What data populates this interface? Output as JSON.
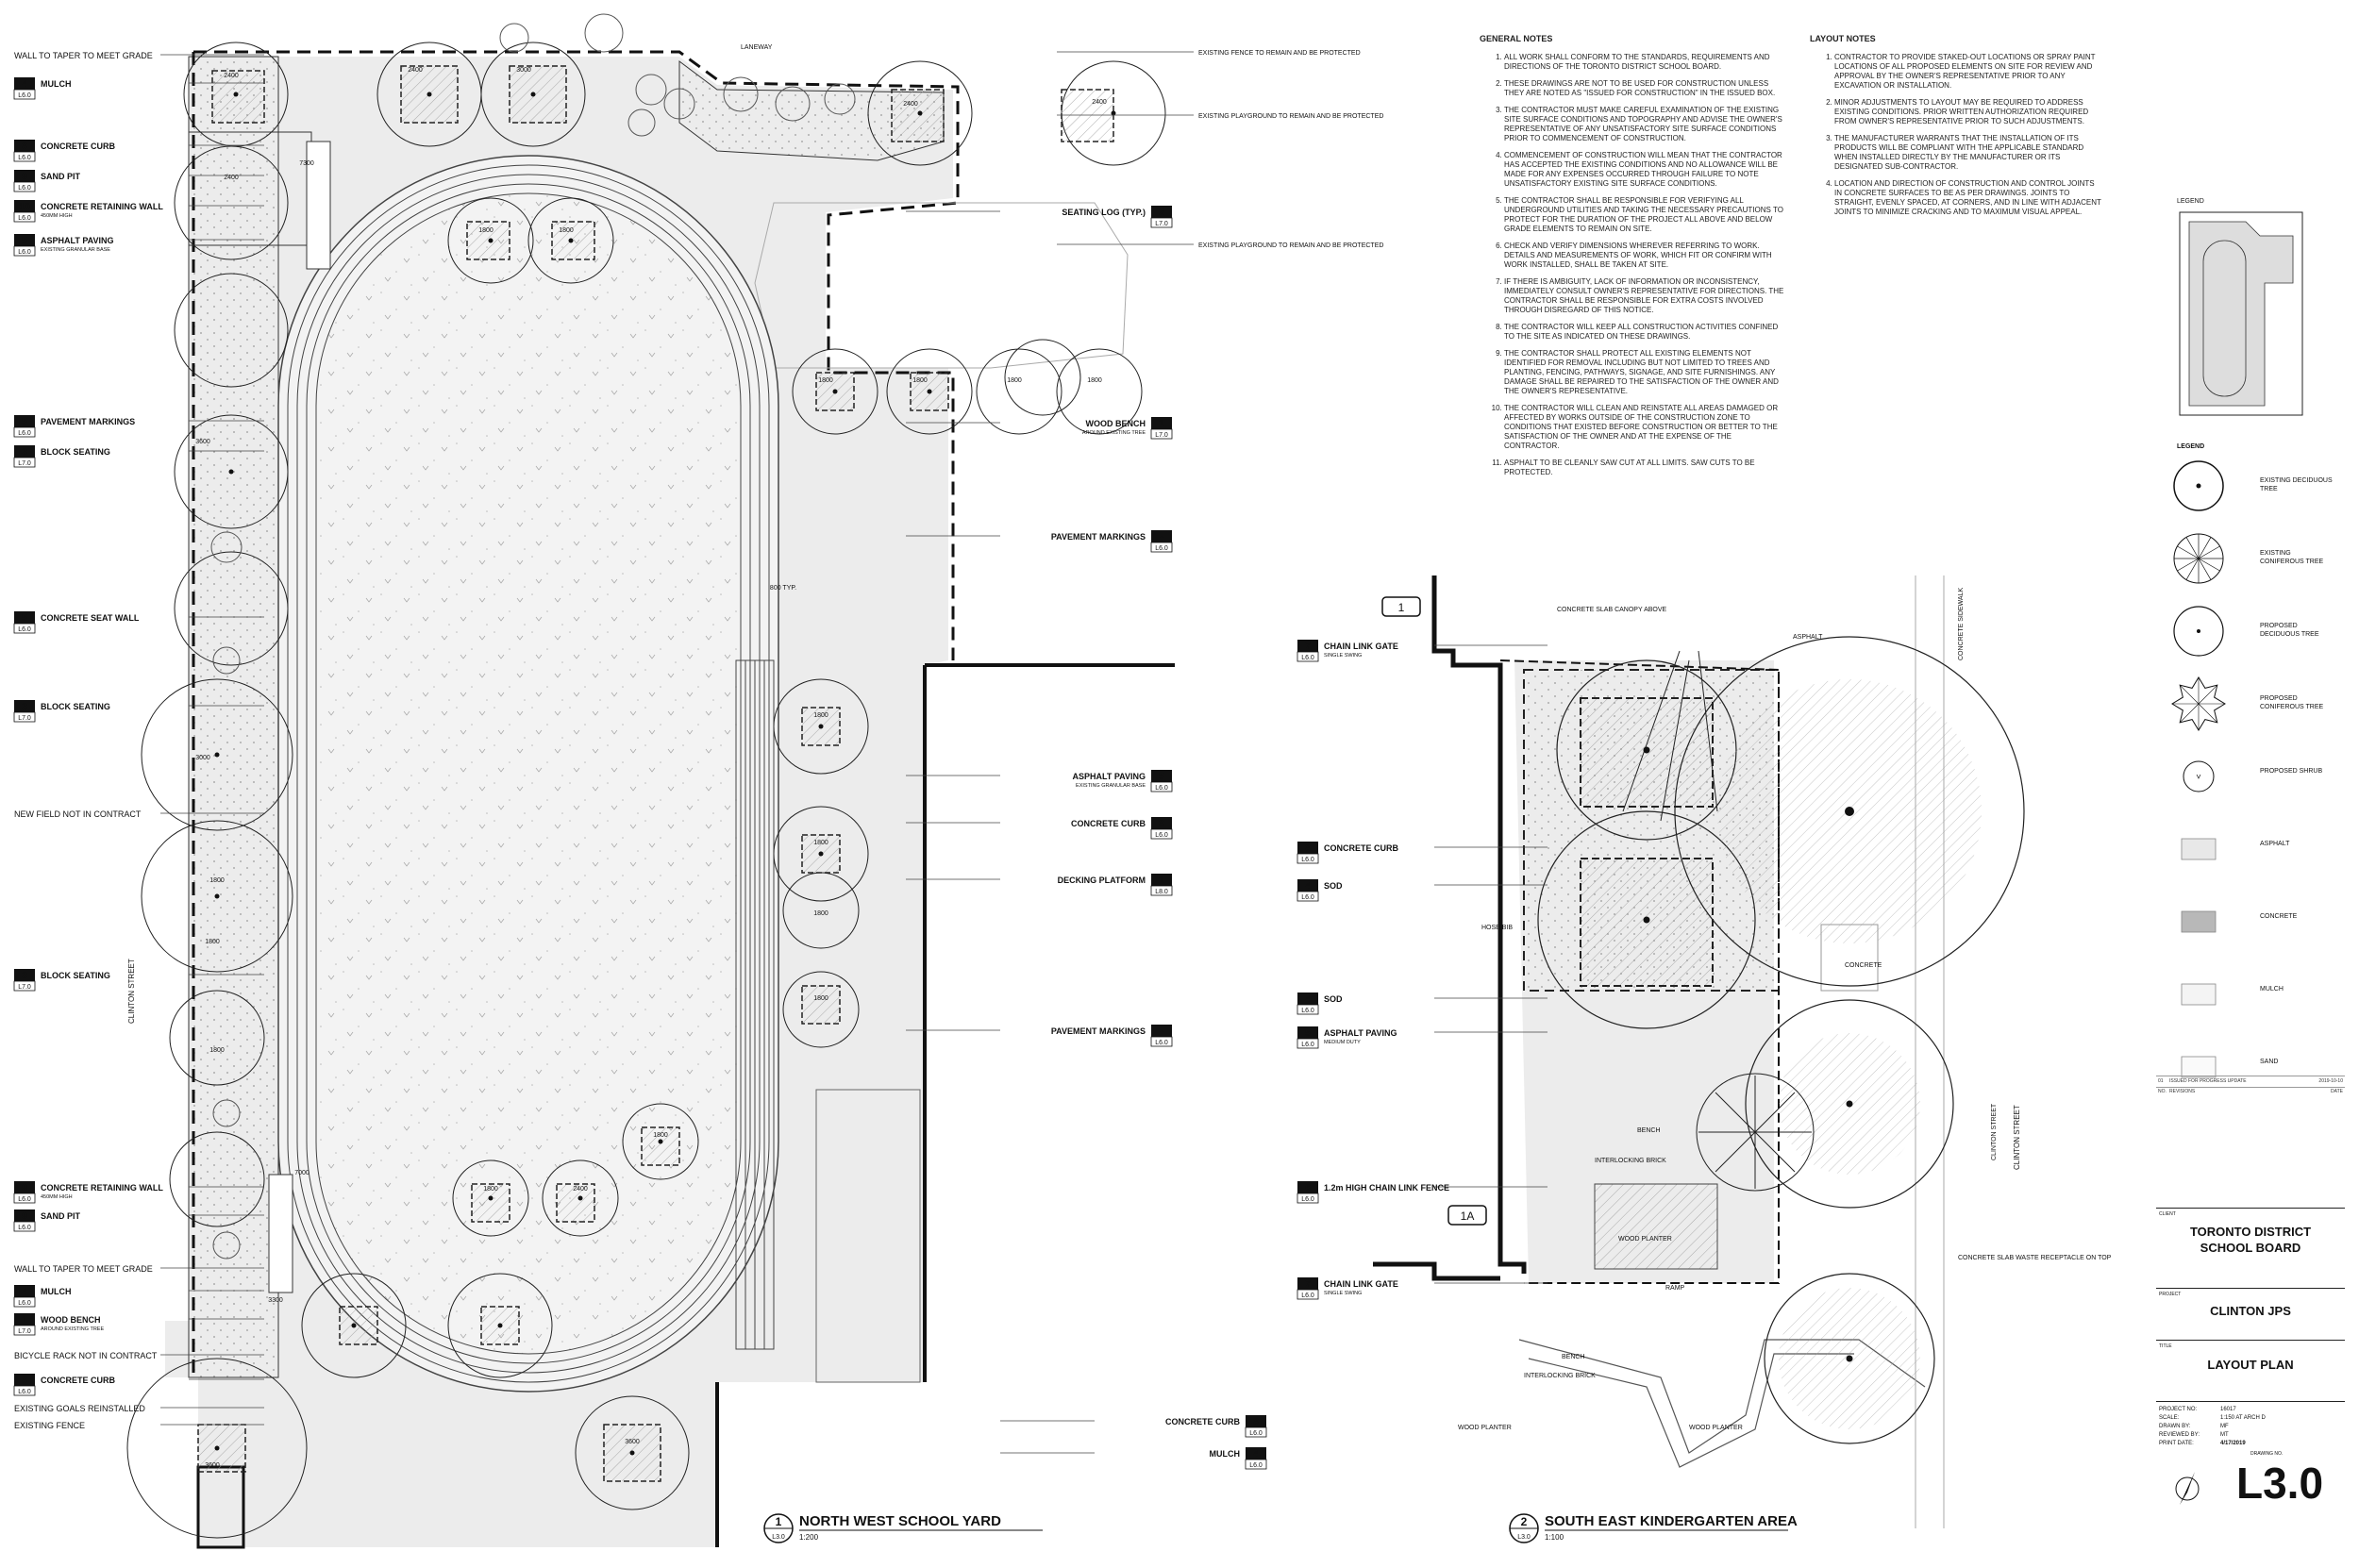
{
  "plan1": {
    "number": "1",
    "ref": "L3.0",
    "title": "NORTH WEST SCHOOL YARD",
    "scale": "1:200",
    "left_callouts": [
      {
        "label": "WALL TO TAPER TO MEET GRADE",
        "num": "",
        "ref": "",
        "sub": ""
      },
      {
        "label": "MULCH",
        "num": "4",
        "ref": "L6.0",
        "sub": ""
      },
      {
        "label": "CONCRETE CURB",
        "num": "8",
        "ref": "L6.0",
        "sub": ""
      },
      {
        "label": "SAND PIT",
        "num": "9",
        "ref": "L6.0",
        "sub": ""
      },
      {
        "label": "CONCRETE RETAINING WALL",
        "num": "10",
        "ref": "L6.0",
        "sub": "450MM HIGH"
      },
      {
        "label": "ASPHALT PAVING",
        "num": "5",
        "ref": "L6.0",
        "sub": "EXISTING GRANULAR BASE"
      },
      {
        "label": "PAVEMENT MARKINGS",
        "num": "5",
        "ref": "L6.0",
        "sub": ""
      },
      {
        "label": "BLOCK SEATING",
        "num": "3",
        "ref": "L7.0",
        "sub": ""
      },
      {
        "label": "CONCRETE SEAT WALL",
        "num": "5",
        "ref": "L6.0",
        "sub": ""
      },
      {
        "label": "BLOCK SEATING",
        "num": "3",
        "ref": "L7.0",
        "sub": ""
      },
      {
        "label": "NEW FIELD NOT IN CONTRACT",
        "num": "",
        "ref": "",
        "sub": ""
      },
      {
        "label": "BLOCK SEATING",
        "num": "3",
        "ref": "L7.0",
        "sub": ""
      },
      {
        "label": "CONCRETE RETAINING WALL",
        "num": "9",
        "ref": "L6.0",
        "sub": "450MM HIGH"
      },
      {
        "label": "SAND PIT",
        "num": "9",
        "ref": "L6.0",
        "sub": ""
      },
      {
        "label": "WALL TO TAPER TO MEET GRADE",
        "num": "",
        "ref": "",
        "sub": ""
      },
      {
        "label": "MULCH",
        "num": "4",
        "ref": "L6.0",
        "sub": ""
      },
      {
        "label": "WOOD BENCH",
        "num": "1",
        "ref": "L7.0",
        "sub": "AROUND EXISTING TREE"
      },
      {
        "label": "BICYCLE RACK NOT IN CONTRACT",
        "num": "",
        "ref": "",
        "sub": ""
      },
      {
        "label": "CONCRETE CURB",
        "num": "8",
        "ref": "L6.0",
        "sub": ""
      },
      {
        "label": "EXISTING GOALS REINSTALLED",
        "num": "",
        "ref": "",
        "sub": ""
      },
      {
        "label": "EXISTING FENCE",
        "num": "",
        "ref": "",
        "sub": ""
      }
    ],
    "right_callouts": [
      {
        "label": "SEATING LOG (TYP.)",
        "num": "2",
        "ref": "L7.0",
        "sub": ""
      },
      {
        "label": "WOOD BENCH",
        "num": "1",
        "ref": "L7.0",
        "sub": "AROUND EXISTING TREE"
      },
      {
        "label": "PAVEMENT MARKINGS",
        "num": "-",
        "ref": "L6.0",
        "sub": ""
      },
      {
        "label": "ASPHALT PAVING",
        "num": "5",
        "ref": "L6.0",
        "sub": "EXISTING GRANULAR BASE"
      },
      {
        "label": "CONCRETE CURB",
        "num": "8",
        "ref": "L6.0",
        "sub": ""
      },
      {
        "label": "DECKING PLATFORM",
        "num": "1",
        "ref": "L8.0",
        "sub": ""
      },
      {
        "label": "PAVEMENT MARKINGS",
        "num": "-",
        "ref": "L6.0",
        "sub": ""
      },
      {
        "label": "CONCRETE CURB",
        "num": "8",
        "ref": "L6.0",
        "sub": ""
      },
      {
        "label": "MULCH",
        "num": "4",
        "ref": "L6.0",
        "sub": ""
      }
    ],
    "top_notes": [
      "EXISTING FENCE TO REMAIN AND BE PROTECTED",
      "EXISTING PLAYGROUND TO REMAIN AND BE PROTECTED",
      "EXISTING PLAYGROUND TO REMAIN AND BE PROTECTED"
    ],
    "laneway": "LANEWAY",
    "street": "CLINTON STREET",
    "dims": [
      "2400",
      "2400",
      "3000",
      "2400",
      "2400",
      "2400",
      "1800",
      "1800",
      "1800",
      "1800",
      "1800",
      "1800",
      "1800",
      "1800",
      "1800",
      "1800",
      "1800",
      "1800",
      "2400",
      "3600",
      "3600",
      "3000",
      "1800",
      "3600",
      "1800",
      "1800",
      "3300",
      "7300",
      "7000",
      "800 TYP."
    ]
  },
  "plan2": {
    "number": "2",
    "ref": "L3.0",
    "title": "SOUTH EAST KINDERGARTEN AREA",
    "scale": "1:100",
    "callouts": [
      {
        "label": "CHAIN LINK GATE",
        "num": "7",
        "ref": "L6.0",
        "sub": "SINGLE SWING"
      },
      {
        "label": "CONCRETE CURB",
        "num": "8",
        "ref": "L6.0",
        "sub": ""
      },
      {
        "label": "SOD",
        "num": "4",
        "ref": "L6.0",
        "sub": ""
      },
      {
        "label": "SOD",
        "num": "4",
        "ref": "L6.0",
        "sub": ""
      },
      {
        "label": "ASPHALT PAVING",
        "num": "5",
        "ref": "L6.0",
        "sub": "MEDIUM DUTY"
      },
      {
        "label": "1.2m HIGH CHAIN LINK FENCE",
        "num": "6",
        "ref": "L6.0",
        "sub": ""
      },
      {
        "label": "CHAIN LINK GATE",
        "num": "7",
        "ref": "L6.0",
        "sub": "SINGLE SWING"
      }
    ],
    "tags": [
      "1",
      "1A"
    ],
    "labels": [
      "CONCRETE SLAB CANOPY ABOVE",
      "ASPHALT",
      "CONCRETE SIDEWALK",
      "CONCRETE",
      "BENCH",
      "INTERLOCKING BRICK",
      "WOOD PLANTER",
      "RAMP",
      "INTERLOCKING BRICK",
      "WOOD PLANTER",
      "WOOD PLANTER",
      "CONCRETE SLAB WASTE RECEPTACLE ON TOP",
      "CLINTON STREET",
      "HOSE BIB",
      "BENCH"
    ]
  },
  "general_notes": {
    "title": "GENERAL NOTES",
    "items": [
      "ALL WORK SHALL CONFORM TO THE STANDARDS, REQUIREMENTS AND DIRECTIONS OF THE TORONTO DISTRICT SCHOOL BOARD.",
      "THESE DRAWINGS ARE NOT TO BE USED FOR CONSTRUCTION UNLESS THEY ARE NOTED AS \"ISSUED FOR CONSTRUCTION\" IN THE ISSUED BOX.",
      "THE CONTRACTOR MUST MAKE CAREFUL EXAMINATION OF THE EXISTING SITE SURFACE CONDITIONS AND TOPOGRAPHY AND ADVISE THE OWNER'S REPRESENTATIVE OF ANY UNSATISFACTORY SITE SURFACE CONDITIONS PRIOR TO COMMENCEMENT OF CONSTRUCTION.",
      "COMMENCEMENT OF CONSTRUCTION WILL MEAN THAT THE CONTRACTOR HAS ACCEPTED THE EXISTING CONDITIONS AND NO ALLOWANCE WILL BE MADE FOR ANY EXPENSES OCCURRED THROUGH FAILURE TO NOTE UNSATISFACTORY EXISTING SITE SURFACE CONDITIONS.",
      "THE CONTRACTOR SHALL BE RESPONSIBLE FOR VERIFYING ALL UNDERGROUND UTILITIES AND TAKING THE NECESSARY PRECAUTIONS TO PROTECT FOR THE DURATION OF THE PROJECT ALL ABOVE AND BELOW GRADE ELEMENTS TO REMAIN ON SITE.",
      "CHECK AND VERIFY DIMENSIONS WHEREVER REFERRING TO WORK. DETAILS AND MEASUREMENTS OF WORK, WHICH FIT OR CONFIRM WITH WORK INSTALLED, SHALL BE TAKEN AT SITE.",
      "IF THERE IS AMBIGUITY, LACK OF INFORMATION OR INCONSISTENCY, IMMEDIATELY CONSULT OWNER'S REPRESENTATIVE FOR DIRECTIONS. THE CONTRACTOR SHALL BE RESPONSIBLE FOR EXTRA COSTS INVOLVED THROUGH DISREGARD OF THIS NOTICE.",
      "THE CONTRACTOR WILL KEEP ALL CONSTRUCTION ACTIVITIES CONFINED TO THE SITE AS INDICATED ON THESE DRAWINGS.",
      "THE CONTRACTOR SHALL PROTECT ALL EXISTING ELEMENTS NOT IDENTIFIED FOR REMOVAL INCLUDING BUT NOT LIMITED TO TREES AND PLANTING, FENCING, PATHWAYS, SIGNAGE, AND SITE FURNISHINGS. ANY DAMAGE SHALL BE REPAIRED TO THE SATISFACTION OF THE OWNER AND THE OWNER'S REPRESENTATIVE.",
      "THE CONTRACTOR WILL CLEAN AND REINSTATE ALL AREAS DAMAGED OR AFFECTED BY WORKS OUTSIDE OF THE CONSTRUCTION ZONE TO CONDITIONS THAT EXISTED BEFORE CONSTRUCTION OR BETTER TO THE SATISFACTION OF THE OWNER AND AT THE EXPENSE OF THE CONTRACTOR.",
      "ASPHALT TO BE CLEANLY SAW CUT AT ALL LIMITS. SAW CUTS TO BE PROTECTED."
    ]
  },
  "layout_notes": {
    "title": "LAYOUT NOTES",
    "items": [
      "CONTRACTOR TO PROVIDE STAKED-OUT LOCATIONS OR SPRAY PAINT LOCATIONS OF ALL PROPOSED ELEMENTS ON SITE FOR REVIEW AND APPROVAL BY THE OWNER'S REPRESENTATIVE PRIOR TO ANY EXCAVATION OR INSTALLATION.",
      "MINOR ADJUSTMENTS TO LAYOUT MAY BE REQUIRED TO ADDRESS EXISTING CONDITIONS. PRIOR WRITTEN AUTHORIZATION REQUIRED FROM OWNER'S REPRESENTATIVE PRIOR TO SUCH ADJUSTMENTS.",
      "THE MANUFACTURER WARRANTS THAT THE INSTALLATION OF ITS PRODUCTS WILL BE COMPLIANT WITH THE APPLICABLE STANDARD WHEN INSTALLED DIRECTLY BY THE MANUFACTURER OR ITS DESIGNATED SUB-CONTRACTOR.",
      "LOCATION AND DIRECTION OF CONSTRUCTION AND CONTROL JOINTS IN CONCRETE SURFACES TO BE AS PER DRAWINGS. JOINTS TO STRAIGHT, EVENLY SPACED, AT CORNERS, AND IN LINE WITH ADJACENT JOINTS TO MINIMIZE CRACKING AND TO MAXIMUM VISUAL APPEAL."
    ]
  },
  "title_block": {
    "keyplan_title": "LEGEND",
    "legend_title": "LEGEND",
    "legend": [
      {
        "label": "EXISTING DECIDUOUS TREE",
        "symbol": "existing-deciduous"
      },
      {
        "label": "EXISTING CONIFEROUS TREE",
        "symbol": "existing-coniferous"
      },
      {
        "label": "PROPOSED DECIDUOUS TREE",
        "symbol": "proposed-deciduous"
      },
      {
        "label": "PROPOSED CONIFEROUS TREE",
        "symbol": "proposed-coniferous"
      },
      {
        "label": "PROPOSED SHRUB",
        "symbol": "proposed-shrub"
      },
      {
        "label": "ASPHALT",
        "symbol": "asphalt",
        "color": "#e8e8e8"
      },
      {
        "label": "CONCRETE",
        "symbol": "concrete",
        "color": "#b8b8b8"
      },
      {
        "label": "MULCH",
        "symbol": "mulch",
        "color": "#f4f4f4"
      },
      {
        "label": "SAND",
        "symbol": "sand",
        "color": "#fafafa"
      }
    ],
    "revision": {
      "no": "01",
      "desc": "ISSUED FOR PROGRESS UPDATE",
      "date": "2019-10-10"
    },
    "revision_headers": {
      "no": "NO.",
      "revisions": "REVISIONS",
      "date": "DATE"
    },
    "client_label": "CLIENT",
    "client": "TORONTO DISTRICT SCHOOL BOARD",
    "project_label": "PROJECT",
    "project": "CLINTON JPS",
    "title_label": "TITLE",
    "title": "LAYOUT PLAN",
    "fields": [
      {
        "k": "PROJECT NO:",
        "v": "16017"
      },
      {
        "k": "SCALE:",
        "v": "1:150 AT ARCH D"
      },
      {
        "k": "DRAWN BY:",
        "v": "MF"
      },
      {
        "k": "REVIEWED BY:",
        "v": "MT"
      },
      {
        "k": "PRINT DATE:",
        "v": "4/17/2019"
      }
    ],
    "drawing_no_label": "DRAWING NO.",
    "drawing_no": "L3.0",
    "street": "CLINTON STREET"
  }
}
